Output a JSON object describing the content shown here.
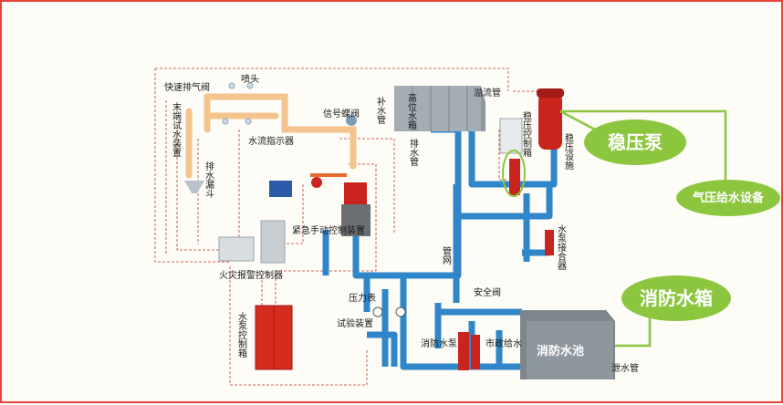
{
  "labels": {
    "quick_vent_valve": "快速排气阀",
    "sprinkler": "喷头",
    "end_test_device": "末端试水装置",
    "drain_funnel": "排水漏斗",
    "water_flow_indicator": "水流指示器",
    "signal_butterfly_valve": "信号蝶阀",
    "emergency_control": "紧急手动控制装置",
    "fire_alarm_controller": "火灾报警控制器",
    "pump_control_cabinet": "水泵控制箱",
    "pressure_gauge": "压力表",
    "test_device": "试验装置",
    "fire_pump": "消防水泵",
    "municipal_supply": "市政给水",
    "safety_valve": "安全阀",
    "pipe_network": "管网",
    "make_up_pipe": "补水管",
    "high_tank": "高位水箱",
    "drain_pipe": "排水管",
    "overflow_pipe": "溢流管",
    "stabilizer_control_box": "稳压控制箱",
    "stabilizer_equipment": "稳压设施",
    "pump_adapter": "水泵接合器",
    "fire_pool": "消防水池",
    "tank_drain_pipe": "泄水管"
  },
  "callouts": {
    "stabilizer_pump": "稳压泵",
    "pneumatic_supply": "气压给水设备",
    "fire_tank": "消防水箱"
  },
  "colors": {
    "frame": "#e8443a",
    "pipe_blue": "#2f86c9",
    "pipe_orange": "#f3c48e",
    "callout_green": "#8cc63f",
    "equipment_red": "#c9241e"
  }
}
